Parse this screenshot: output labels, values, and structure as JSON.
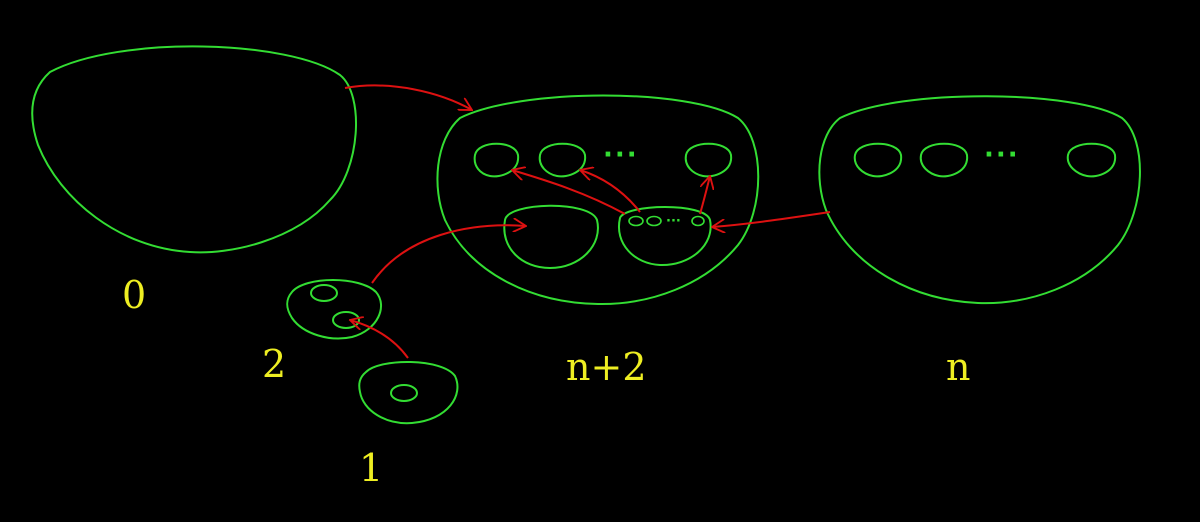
{
  "colors": {
    "background": "#000000",
    "outline": "#33dd33",
    "arrow": "#dd1111",
    "label": "#eeee22"
  },
  "labels": {
    "zero": "0",
    "one": "1",
    "two": "2",
    "n_plus_two": "n+2",
    "n": "n"
  },
  "ellipsis": "···"
}
